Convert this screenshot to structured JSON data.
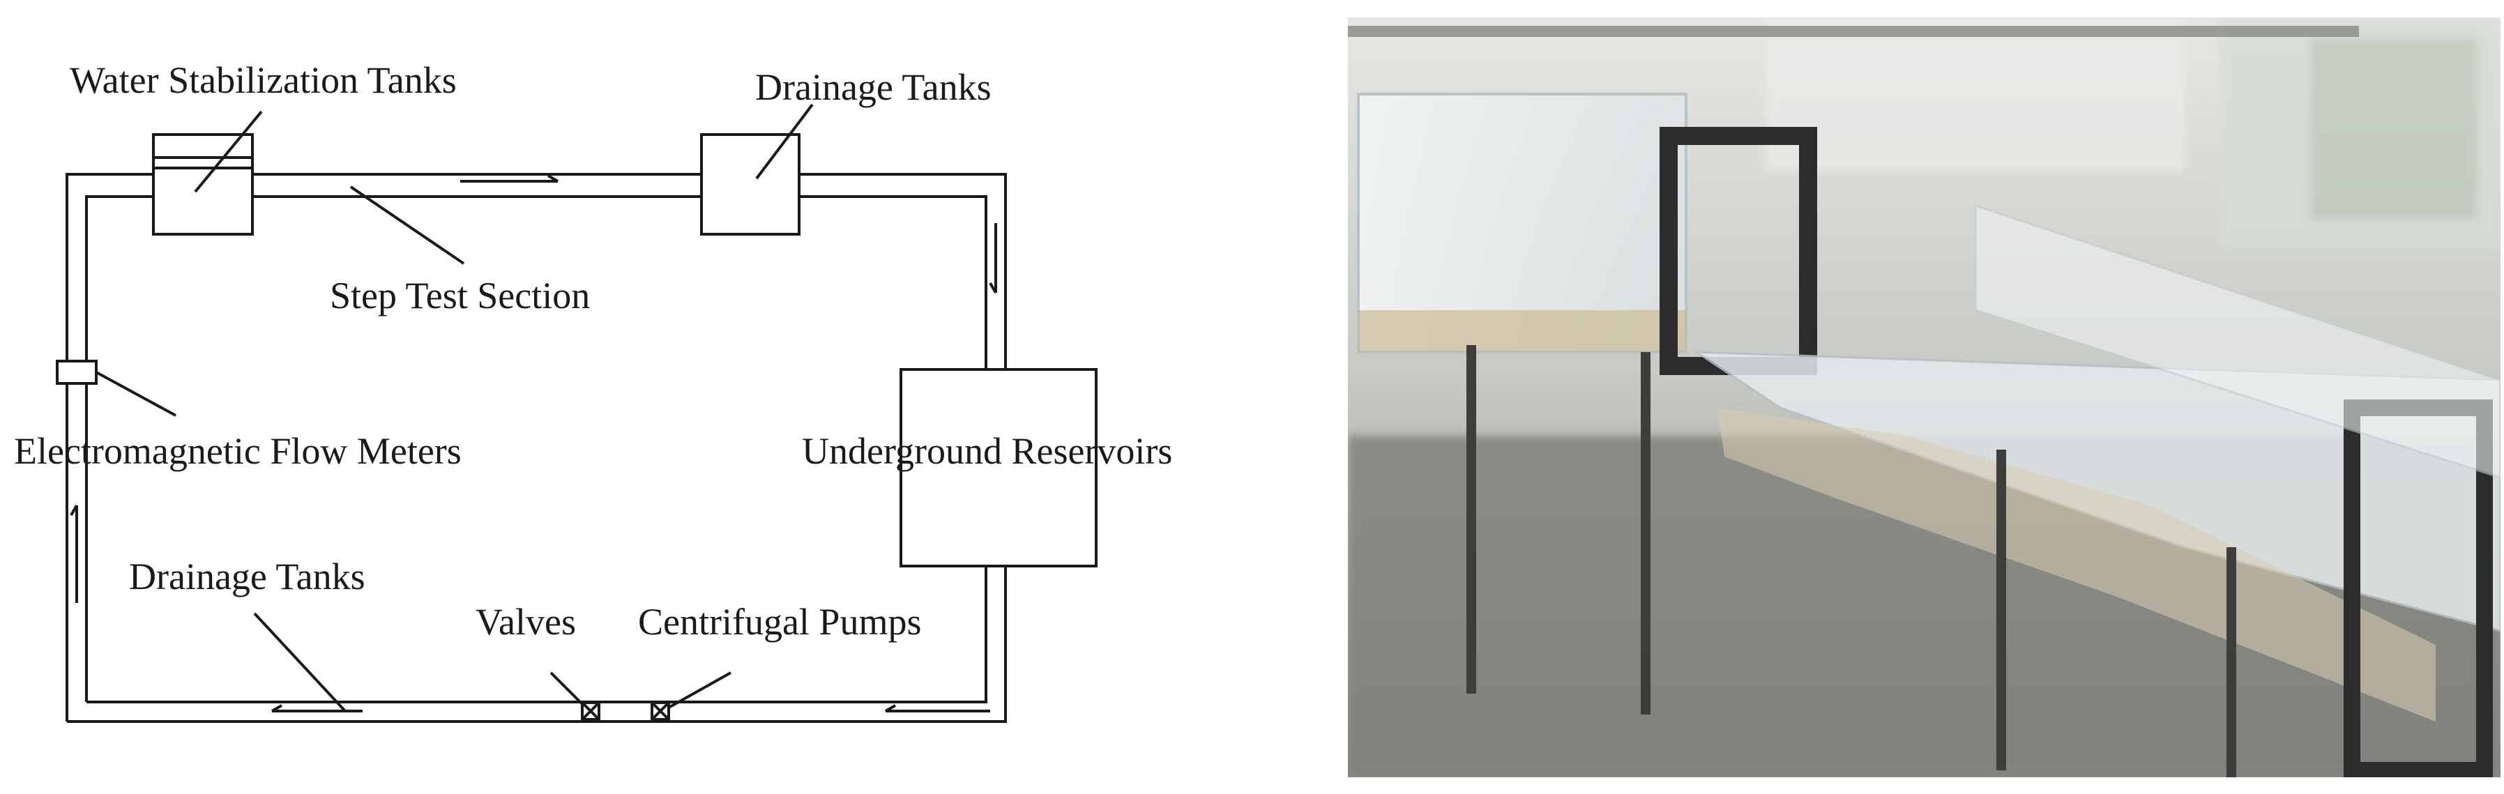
{
  "diagram": {
    "labels": {
      "water_stabilization_tanks": "Water Stabilization Tanks",
      "drainage_tanks_top": "Drainage Tanks",
      "step_test_section": "Step Test Section",
      "electromagnetic_flow_meters": "Electromagnetic Flow Meters",
      "underground_reservoirs": "Underground Reservoirs",
      "drainage_tanks_bottom": "Drainage Tanks",
      "valves": "Valves",
      "centrifugal_pumps": "Centrifugal Pumps"
    },
    "colors": {
      "line": "#1a1a1a",
      "background": "#ffffff"
    }
  },
  "photo": {
    "colors": {
      "wall": "#d9dad5",
      "floor": "#8a8a86",
      "frame": "#2c2c2c",
      "acrylic": "#e8eef0"
    }
  }
}
